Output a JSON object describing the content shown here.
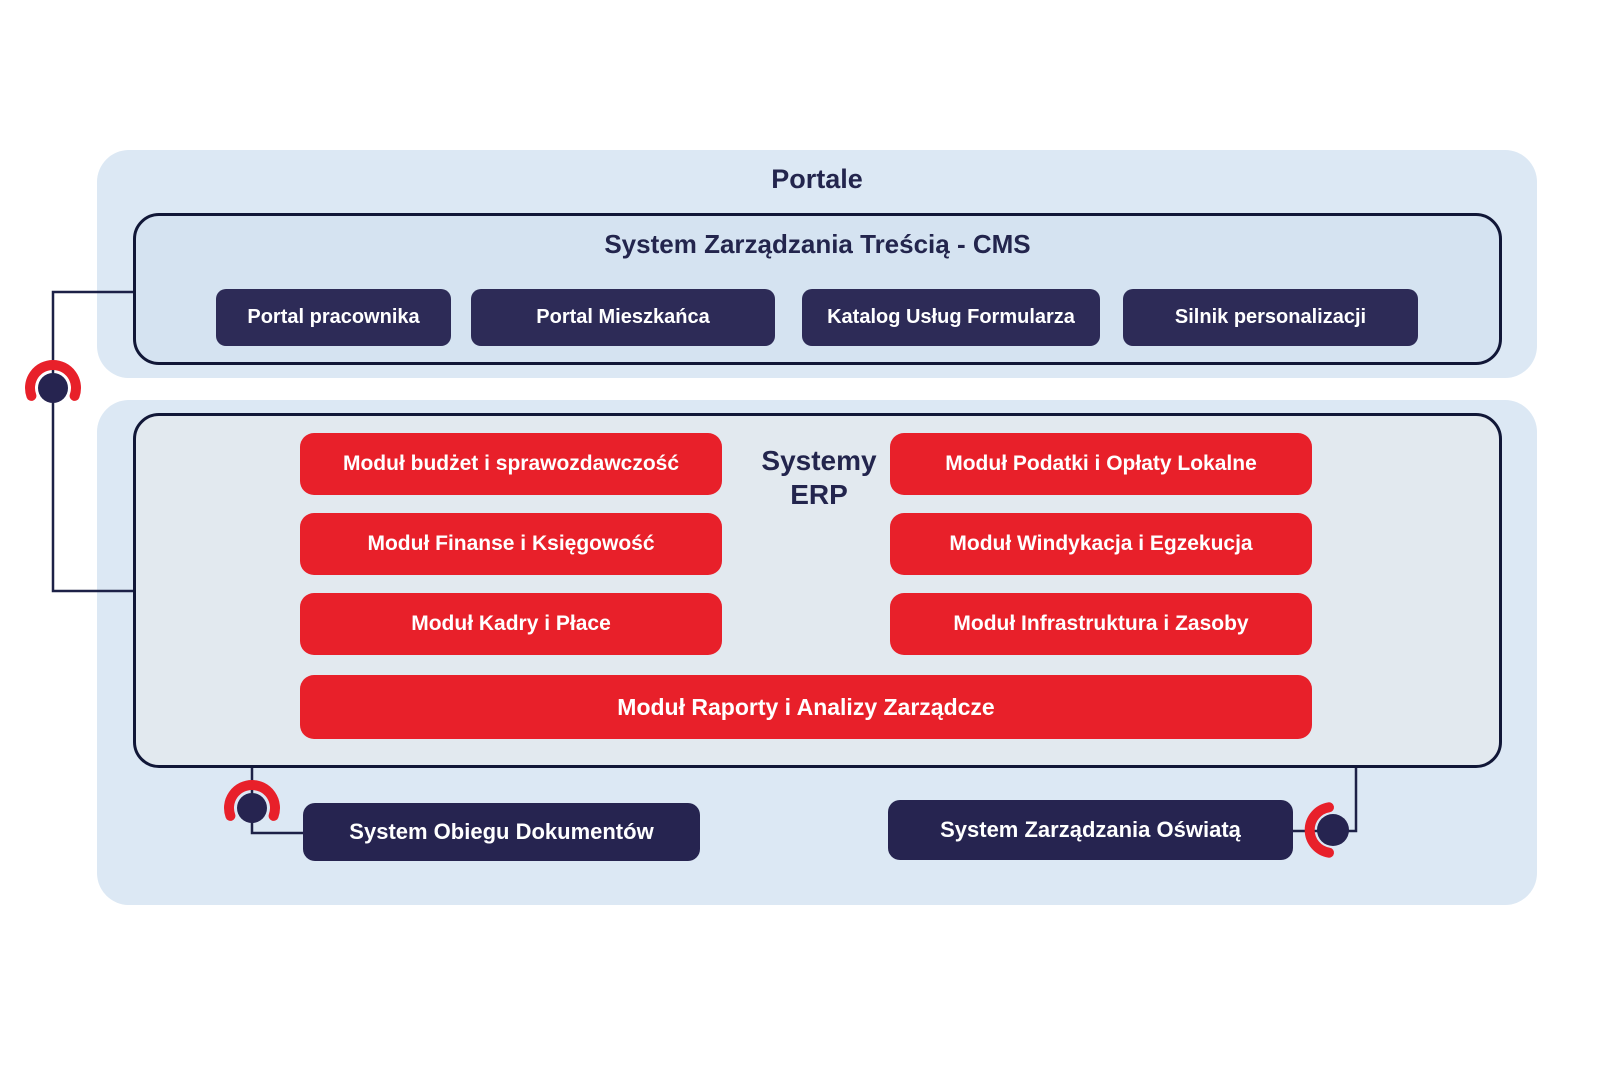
{
  "palette": {
    "background": "#ffffff",
    "container_blue": "#dce8f4",
    "cms_fill": "#d5e3f1",
    "erp_fill": "#e2e9ef",
    "navy_box": "#2d2b57",
    "navy_bottom_box": "#262450",
    "outline_navy": "#111737",
    "connector_line": "#1d2147",
    "node_fill": "#262450",
    "accent_red": "#e8202a",
    "title_text": "#23254d",
    "box_text": "#ffffff"
  },
  "portale": {
    "title": "Portale",
    "cms": {
      "title": "System Zarządzania Treścią - CMS",
      "buttons": [
        "Portal pracownika",
        "Portal Mieszkańca",
        "Katalog Usług Formularza",
        "Silnik personalizacji"
      ]
    }
  },
  "erp": {
    "title_line1": "Systemy",
    "title_line2": "ERP",
    "left_modules": [
      "Moduł budżet i sprawozdawczość",
      "Moduł Finanse i Księgowość",
      "Moduł Kadry i Płace"
    ],
    "right_modules": [
      "Moduł Podatki i Opłaty Lokalne",
      "Moduł Windykacja i Egzekucja",
      "Moduł Infrastruktura i Zasoby"
    ],
    "wide_module": "Moduł Raporty i Analizy Zarządcze"
  },
  "bottom": {
    "left_box": "System Obiegu Dokumentów",
    "right_box": "System Zarządzania Oświatą"
  }
}
